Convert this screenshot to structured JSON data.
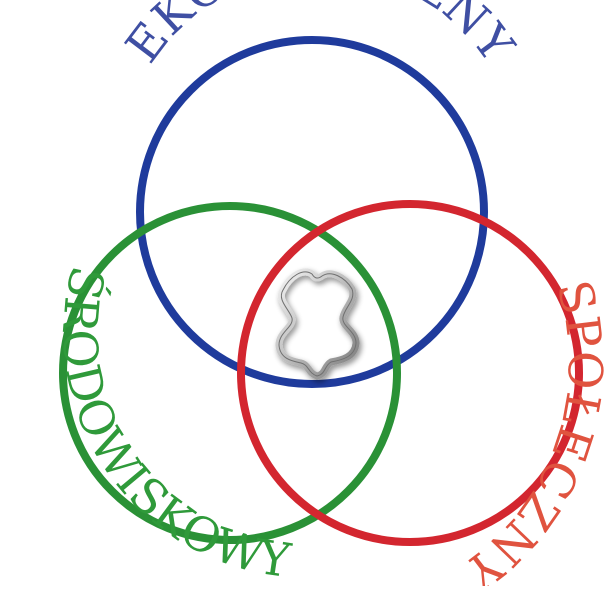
{
  "diagram": {
    "circles": [
      {
        "id": "economic",
        "label": "EKONOMICZNY",
        "stroke": "#1f3b9c",
        "text_color": "#3f4fa3"
      },
      {
        "id": "environmental",
        "label": "ŚRODOWISKOWY",
        "stroke": "#2a9136",
        "text_color": "#2f9a3a"
      },
      {
        "id": "social",
        "label": "SPOŁECZNY",
        "stroke": "#d3262f",
        "text_color": "#e0533f"
      }
    ],
    "center_icon": {
      "name": "leather-hide-icon",
      "color": "#9a9a9a"
    }
  }
}
